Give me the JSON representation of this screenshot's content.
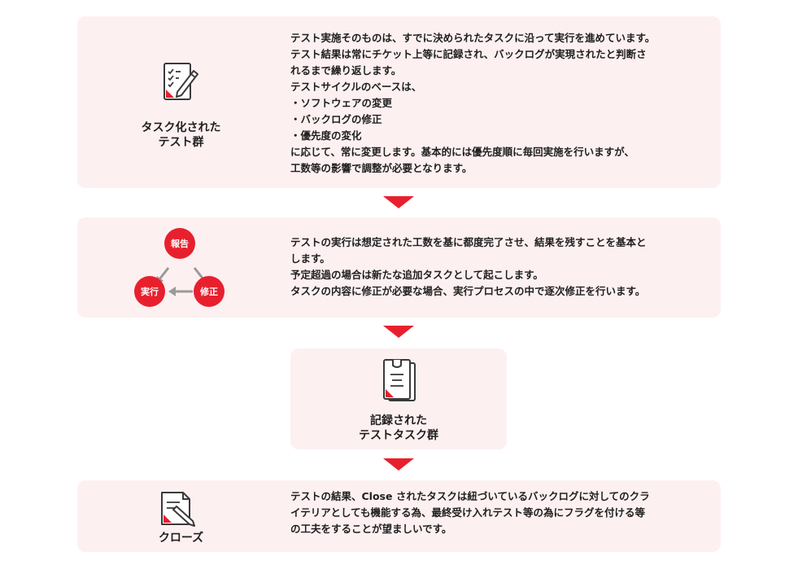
{
  "steps": [
    {
      "label_lines": [
        "タスク化された",
        "テスト群"
      ],
      "icon": "checklist-pen-icon",
      "description": "テスト実施そのものは、すでに決められたタスクに沿って実行を進めています。\nテスト結果は常にチケット上等に記録され、バックログが実現されたと判断さ\nれるまで繰り返します。\nテストサイクルのベースは、\n・ソフトウェアの変更\n・バックログの修正\n・優先度の変化\nに応じて、常に変更します。基本的には優先度順に毎回実施を行いますが、\n工数等の影響で調整が必要となります。"
    },
    {
      "cycle": {
        "report": "報告",
        "execute": "実行",
        "fix": "修正"
      },
      "description": "テストの実行は想定された工数を基に都度完了させ、結果を残すことを基本と\nします。\n予定超過の場合は新たな追加タスクとして起こします。\nタスクの内容に修正が必要な場合、実行プロセスの中で逐次修正を行います。"
    },
    {
      "label_lines": [
        "記録された",
        "テストタスク群"
      ],
      "icon": "clipboard-document-icon"
    },
    {
      "label_lines": [
        "クローズ"
      ],
      "icon": "document-pen-icon",
      "description": "テストの結果、Close されたタスクは紐づいているバックログに対してのクラ\nイテリアとしても機能する為、最終受け入れテスト等の為にフラグを付ける等\nの工夫をすることが望ましいです。"
    }
  ],
  "colors": {
    "accent": "#e8202e",
    "panel": "#fdf0f1",
    "icon_stroke": "#3a3a3a"
  }
}
